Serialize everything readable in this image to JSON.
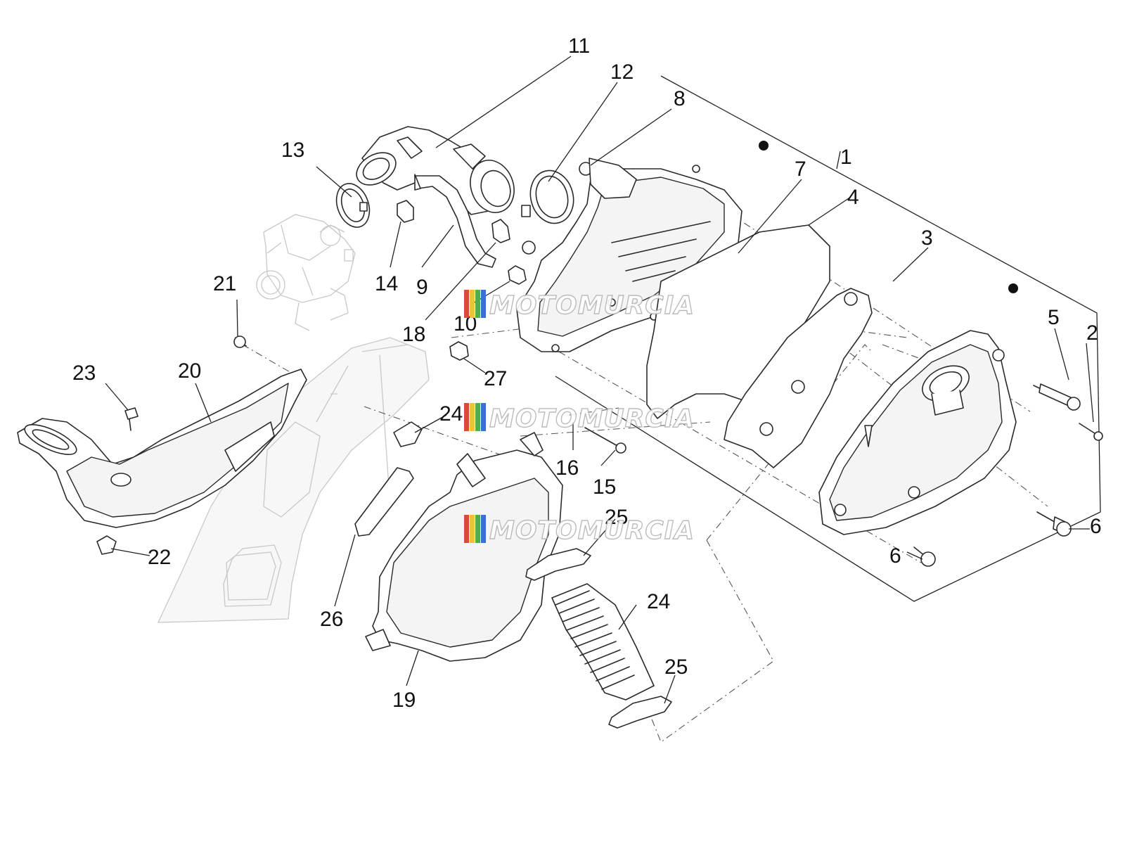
{
  "watermark": {
    "text": "MOTOMURCIA",
    "flag_colors": [
      "#d84a3b",
      "#f0c23a",
      "#4caf50",
      "#3a6fd8"
    ]
  },
  "callouts": {
    "c1": "1",
    "c2": "2",
    "c3": "3",
    "c4": "4",
    "c5": "5",
    "c6a": "6",
    "c6b": "6",
    "c7": "7",
    "c8": "8",
    "c9": "9",
    "c10": "10",
    "c11": "11",
    "c12": "12",
    "c13": "13",
    "c14": "14",
    "c15": "15",
    "c16": "16",
    "c18": "18",
    "c19": "19",
    "c20": "20",
    "c21": "21",
    "c22": "22",
    "c23": "23",
    "c24a": "24",
    "c24b": "24",
    "c25a": "25",
    "c25b": "25",
    "c26": "26",
    "c27": "27"
  }
}
